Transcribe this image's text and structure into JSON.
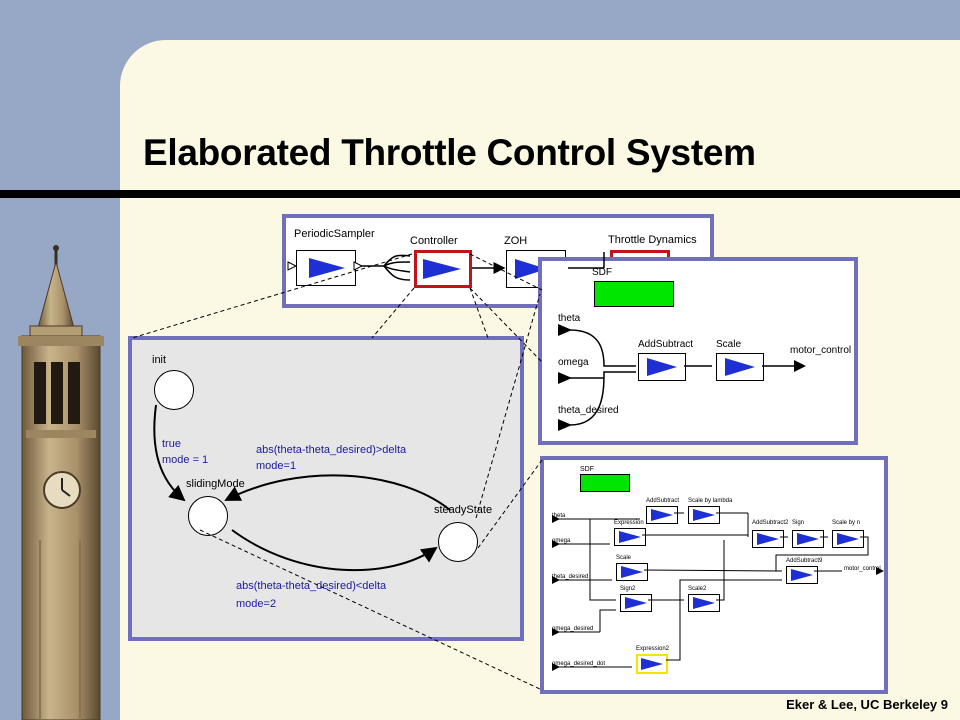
{
  "slide": {
    "title": "Elaborated Throttle Control System",
    "footer": "Eker & Lee, UC Berkeley 9"
  },
  "top_model": {
    "sampler_label": "PeriodicSampler",
    "controller_label": "Controller",
    "zoh_label": "ZOH",
    "throttle_label": "Throttle Dynamics"
  },
  "fsm": {
    "init_label": "init",
    "sliding_label": "slidingMode",
    "steady_label": "steadyState",
    "init_guard": "true",
    "init_action": "mode = 1",
    "to_sliding_guard": "abs(theta-theta_desired)>delta",
    "to_sliding_action": "mode=1",
    "to_steady_guard": "abs(theta-theta_desired)<delta",
    "to_steady_action": "mode=2"
  },
  "sdf_simple": {
    "director": "SDF",
    "inputs": [
      "theta",
      "omega",
      "theta_desired"
    ],
    "addsub_label": "AddSubtract",
    "scale_label": "Scale",
    "output_label": "motor_control"
  },
  "sdf_detailed": {
    "director": "SDF",
    "inputs": [
      "theta",
      "omega",
      "theta_desired",
      "omega_desired",
      "omega_desired_dot"
    ],
    "blocks": [
      "AddSubtract",
      "Scale by lambda",
      "Expression",
      "AddSubtract2",
      "Sign",
      "Scale by n",
      "Scale",
      "AddSubtract9",
      "Sign2",
      "Scale2",
      "Expression2"
    ],
    "output_label": "motor_control"
  },
  "colors": {
    "slide_bg": "#fbf9e3",
    "outer_bg": "#97a8c6",
    "panel_border": "#6f6fbb",
    "actor_blue": "#1f2fd6",
    "director_green": "#00e600",
    "highlight_red": "#c0141a",
    "highlight_yellow": "#f2e600"
  }
}
